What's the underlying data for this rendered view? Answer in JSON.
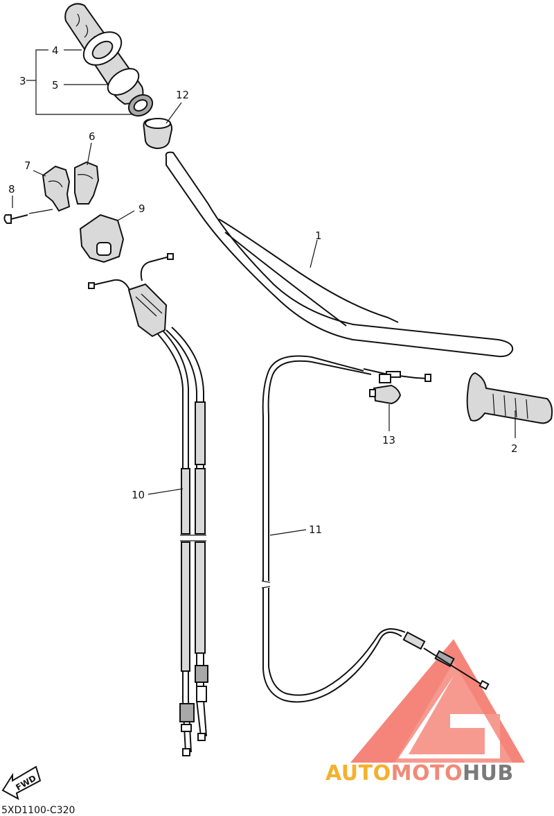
{
  "diagram": {
    "callouts": [
      {
        "id": "1",
        "label": "1"
      },
      {
        "id": "2",
        "label": "2"
      },
      {
        "id": "3",
        "label": "3"
      },
      {
        "id": "4",
        "label": "4"
      },
      {
        "id": "5",
        "label": "5"
      },
      {
        "id": "6",
        "label": "6"
      },
      {
        "id": "7",
        "label": "7"
      },
      {
        "id": "8",
        "label": "8"
      },
      {
        "id": "9",
        "label": "9"
      },
      {
        "id": "10",
        "label": "10"
      },
      {
        "id": "11",
        "label": "11"
      },
      {
        "id": "12",
        "label": "12"
      },
      {
        "id": "13",
        "label": "13"
      }
    ],
    "drawing_code": "5XD1100-C320",
    "fwd_label": "FWD"
  },
  "watermark": {
    "brand_part1": "AUTO",
    "brand_part2": "MOTO",
    "brand_part3": "HUB",
    "colors": {
      "part1": "#f4b12e",
      "part2": "#f08a78",
      "part3": "#7a7a7a",
      "logo": "#f26a5c"
    }
  }
}
